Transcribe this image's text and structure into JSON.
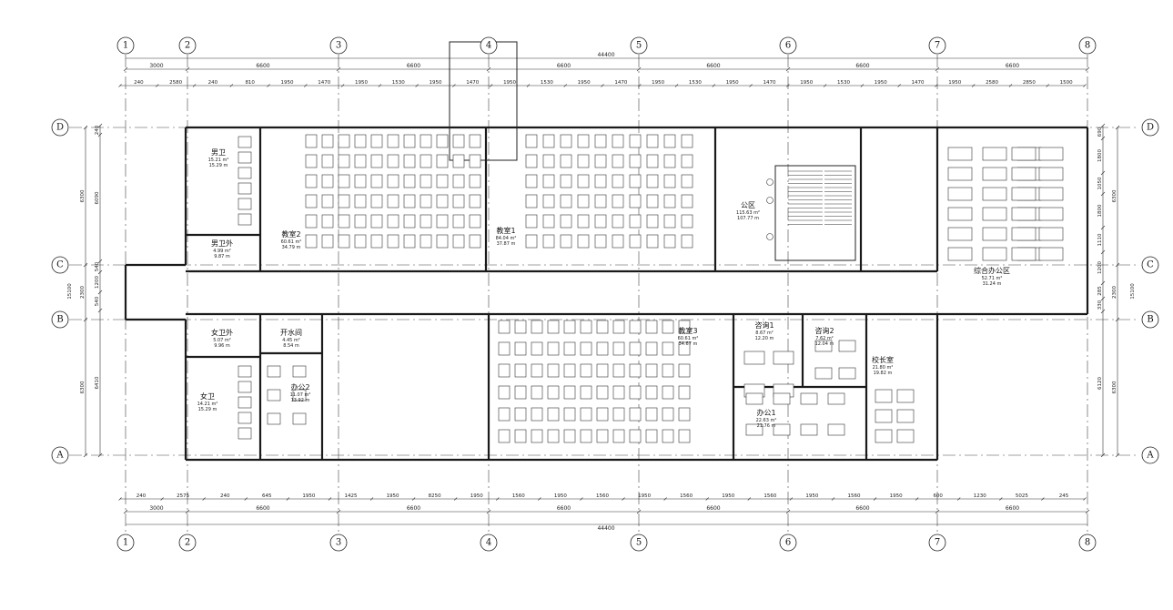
{
  "axes": {
    "columns": [
      "1",
      "2",
      "3",
      "4",
      "5",
      "6",
      "7",
      "8"
    ],
    "rows": [
      "D",
      "C",
      "B",
      "A"
    ]
  },
  "dimensions": {
    "overall_top": "44400",
    "overall_bottom": "44400",
    "top_bays": [
      "3000",
      "6600",
      "6600",
      "6600",
      "6600",
      "6600",
      "6600"
    ],
    "bottom_bays": [
      "3000",
      "6600",
      "6600",
      "6600",
      "6600",
      "6600",
      "6600"
    ],
    "top_details": [
      "240",
      "2580",
      "240",
      "810",
      "1950",
      "1470",
      "1950",
      "1530",
      "1950",
      "1470",
      "1950",
      "1530",
      "1950",
      "1470",
      "1950",
      "1530",
      "1950",
      "1470",
      "1950",
      "1530",
      "1950",
      "1470",
      "1950",
      "2580",
      "2850",
      "1500"
    ],
    "bottom_details": [
      "240",
      "2575",
      "240",
      "645",
      "1950",
      "1425",
      "1950",
      "8250",
      "1950",
      "1560",
      "1950",
      "1560",
      "1950",
      "1560",
      "1950",
      "1560",
      "1950",
      "1560",
      "1950",
      "600",
      "1230",
      "5025",
      "245"
    ],
    "left_outer": [
      "6300",
      "2300",
      "6300"
    ],
    "left_inner": [
      "240",
      "6090",
      "540",
      "1200",
      "540",
      "6410"
    ],
    "left_total": "15100",
    "right_outer": [
      "6300",
      "2300",
      "6300"
    ],
    "right_inner": [
      "690",
      "1800",
      "1050",
      "1800",
      "1110",
      "1200",
      "285",
      "330",
      "6120"
    ],
    "right_total": "15100"
  },
  "rooms": [
    {
      "id": "mens-restroom",
      "name": "男卫",
      "area": "15.21 m²",
      "perimeter": "15.29 m"
    },
    {
      "id": "mens-restroom-outer",
      "name": "男卫外",
      "area": "4.99 m²",
      "perimeter": "9.87 m"
    },
    {
      "id": "classroom-2",
      "name": "教室2",
      "area": "60.61 m²",
      "perimeter": "34.79 m"
    },
    {
      "id": "classroom-1",
      "name": "教室1",
      "area": "84.04 m²",
      "perimeter": "37.87 m"
    },
    {
      "id": "public-area",
      "name": "公区",
      "area": "115.63 m²",
      "perimeter": "107.77 m"
    },
    {
      "id": "open-office",
      "name": "综合办公区",
      "area": "52.71 m²",
      "perimeter": "31.24 m"
    },
    {
      "id": "womens-restroom-outer",
      "name": "女卫外",
      "area": "5.07 m²",
      "perimeter": "9.96 m"
    },
    {
      "id": "water-room",
      "name": "开水间",
      "area": "4.45 m²",
      "perimeter": "8.54 m"
    },
    {
      "id": "womens-restroom",
      "name": "女卫",
      "area": "14.21 m²",
      "perimeter": "15.29 m"
    },
    {
      "id": "office-2",
      "name": "办公2",
      "area": "11.07 m²",
      "perimeter": "13.92 m"
    },
    {
      "id": "classroom-3",
      "name": "教室3",
      "area": "60.61 m²",
      "perimeter": "34.67 m"
    },
    {
      "id": "consult-1",
      "name": "咨询1",
      "area": "8.67 m²",
      "perimeter": "12.20 m"
    },
    {
      "id": "consult-2",
      "name": "咨询2",
      "area": "7.62 m²",
      "perimeter": "12.04 m"
    },
    {
      "id": "principal-office",
      "name": "校长室",
      "area": "21.80 m²",
      "perimeter": "19.82 m"
    },
    {
      "id": "office-1",
      "name": "办公1",
      "area": "22.63 m²",
      "perimeter": "21.76 m"
    }
  ]
}
